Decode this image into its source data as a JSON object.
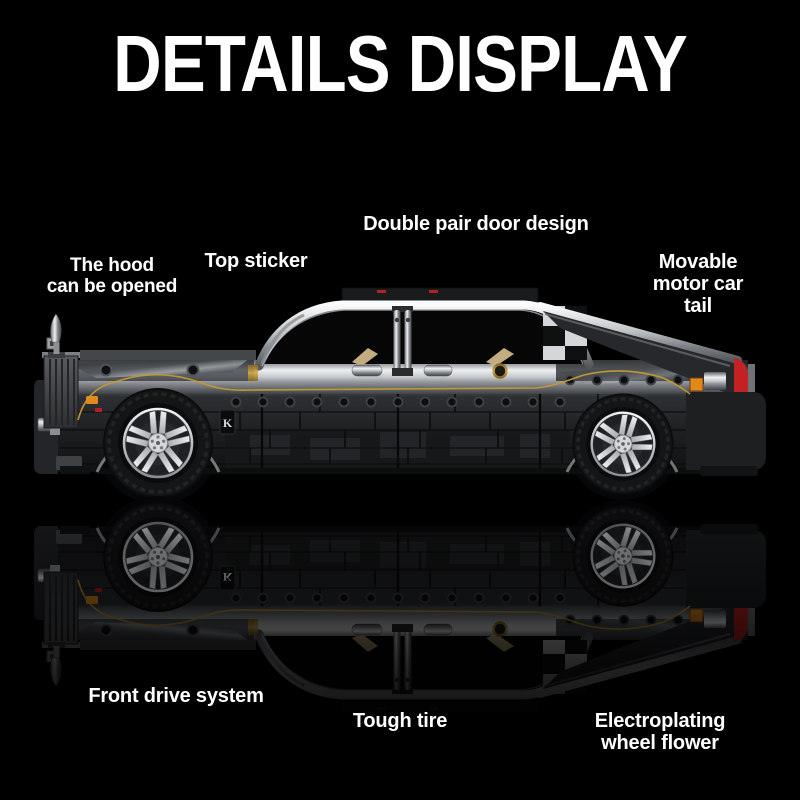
{
  "title": "DETAILS DISPLAY",
  "annotations": {
    "hood": "The hood\ncan be opened",
    "top_sticker": "Top sticker",
    "doors": "Double pair door design",
    "tail": "Movable motor car tail",
    "front_drive": "Front drive system",
    "tire": "Tough tire",
    "wheel_flower": "Electroplating wheel flower"
  },
  "car": {
    "badge_text": "K",
    "colors": {
      "background": "#000000",
      "label_text": "#ffffff",
      "body": "#232527",
      "chrome": "#d6d8db",
      "window": "#060607",
      "gold_pinstripe": "#c49a33",
      "seat_tan": "#cdb586",
      "taillight_red": "#c42222",
      "indicator_orange": "#e2891c",
      "tire": "#141517",
      "rim": "#d5d7da"
    }
  }
}
